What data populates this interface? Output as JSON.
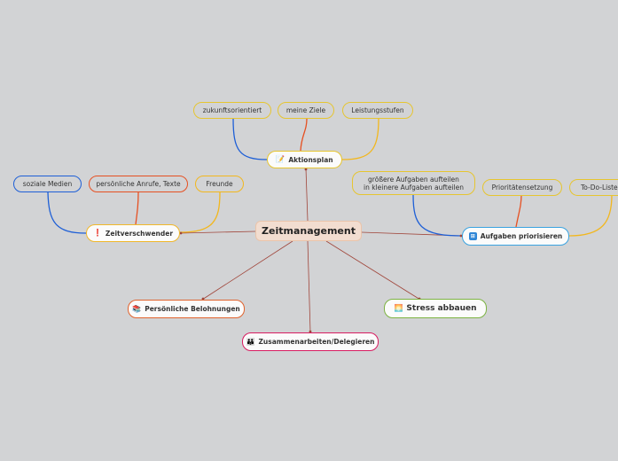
{
  "central": {
    "label": "Zeitmanagement"
  },
  "topics": {
    "aktionsplan": {
      "label": "Aktionsplan",
      "icon": "notepad-icon",
      "color": "#e6c530"
    },
    "zeitverschwender": {
      "label": "Zeitverschwender",
      "icon": "exclamation-icon",
      "color": "#f0b72b"
    },
    "aufgaben": {
      "label": "Aufgaben priorisieren",
      "icon": "priority-grid-icon",
      "color": "#3aa3e0"
    },
    "belohnungen": {
      "label": "Persönliche Belohnungen",
      "icon": "gift-books-icon",
      "color": "#e0622d"
    },
    "zusammenarbeiten": {
      "label": "Zusammenarbeiten/Delegieren",
      "icon": "people-icon",
      "color": "#d81b60"
    },
    "stress": {
      "label": "Stress abbauen",
      "icon": "relax-icon",
      "color": "#7cb342"
    }
  },
  "subtopics": {
    "zukunft": {
      "label": "zukunftsorientiert",
      "color": "#1e5fd6"
    },
    "ziele": {
      "label": "meine Ziele",
      "color": "#e65022"
    },
    "leistung": {
      "label": "Leistungsstufen",
      "color": "#f2b71e"
    },
    "sozial": {
      "label": "soziale Medien",
      "color": "#1e5fd6"
    },
    "anrufe": {
      "label": "persönliche Anrufe, Texte",
      "color": "#e65022"
    },
    "freunde": {
      "label": "Freunde",
      "color": "#f2b71e"
    },
    "groessere": {
      "line1": "größere Aufgaben aufteilen",
      "line2": "in kleinere Aufgaben aufteilen",
      "color": "#1e5fd6"
    },
    "prioritaet": {
      "label": "Prioritätensetzung",
      "color": "#e65022"
    },
    "todo": {
      "label": "To-Do-Listen",
      "color": "#f2b71e"
    }
  },
  "colors": {
    "connector": "#a0453a",
    "background": "#d2d3d5"
  }
}
